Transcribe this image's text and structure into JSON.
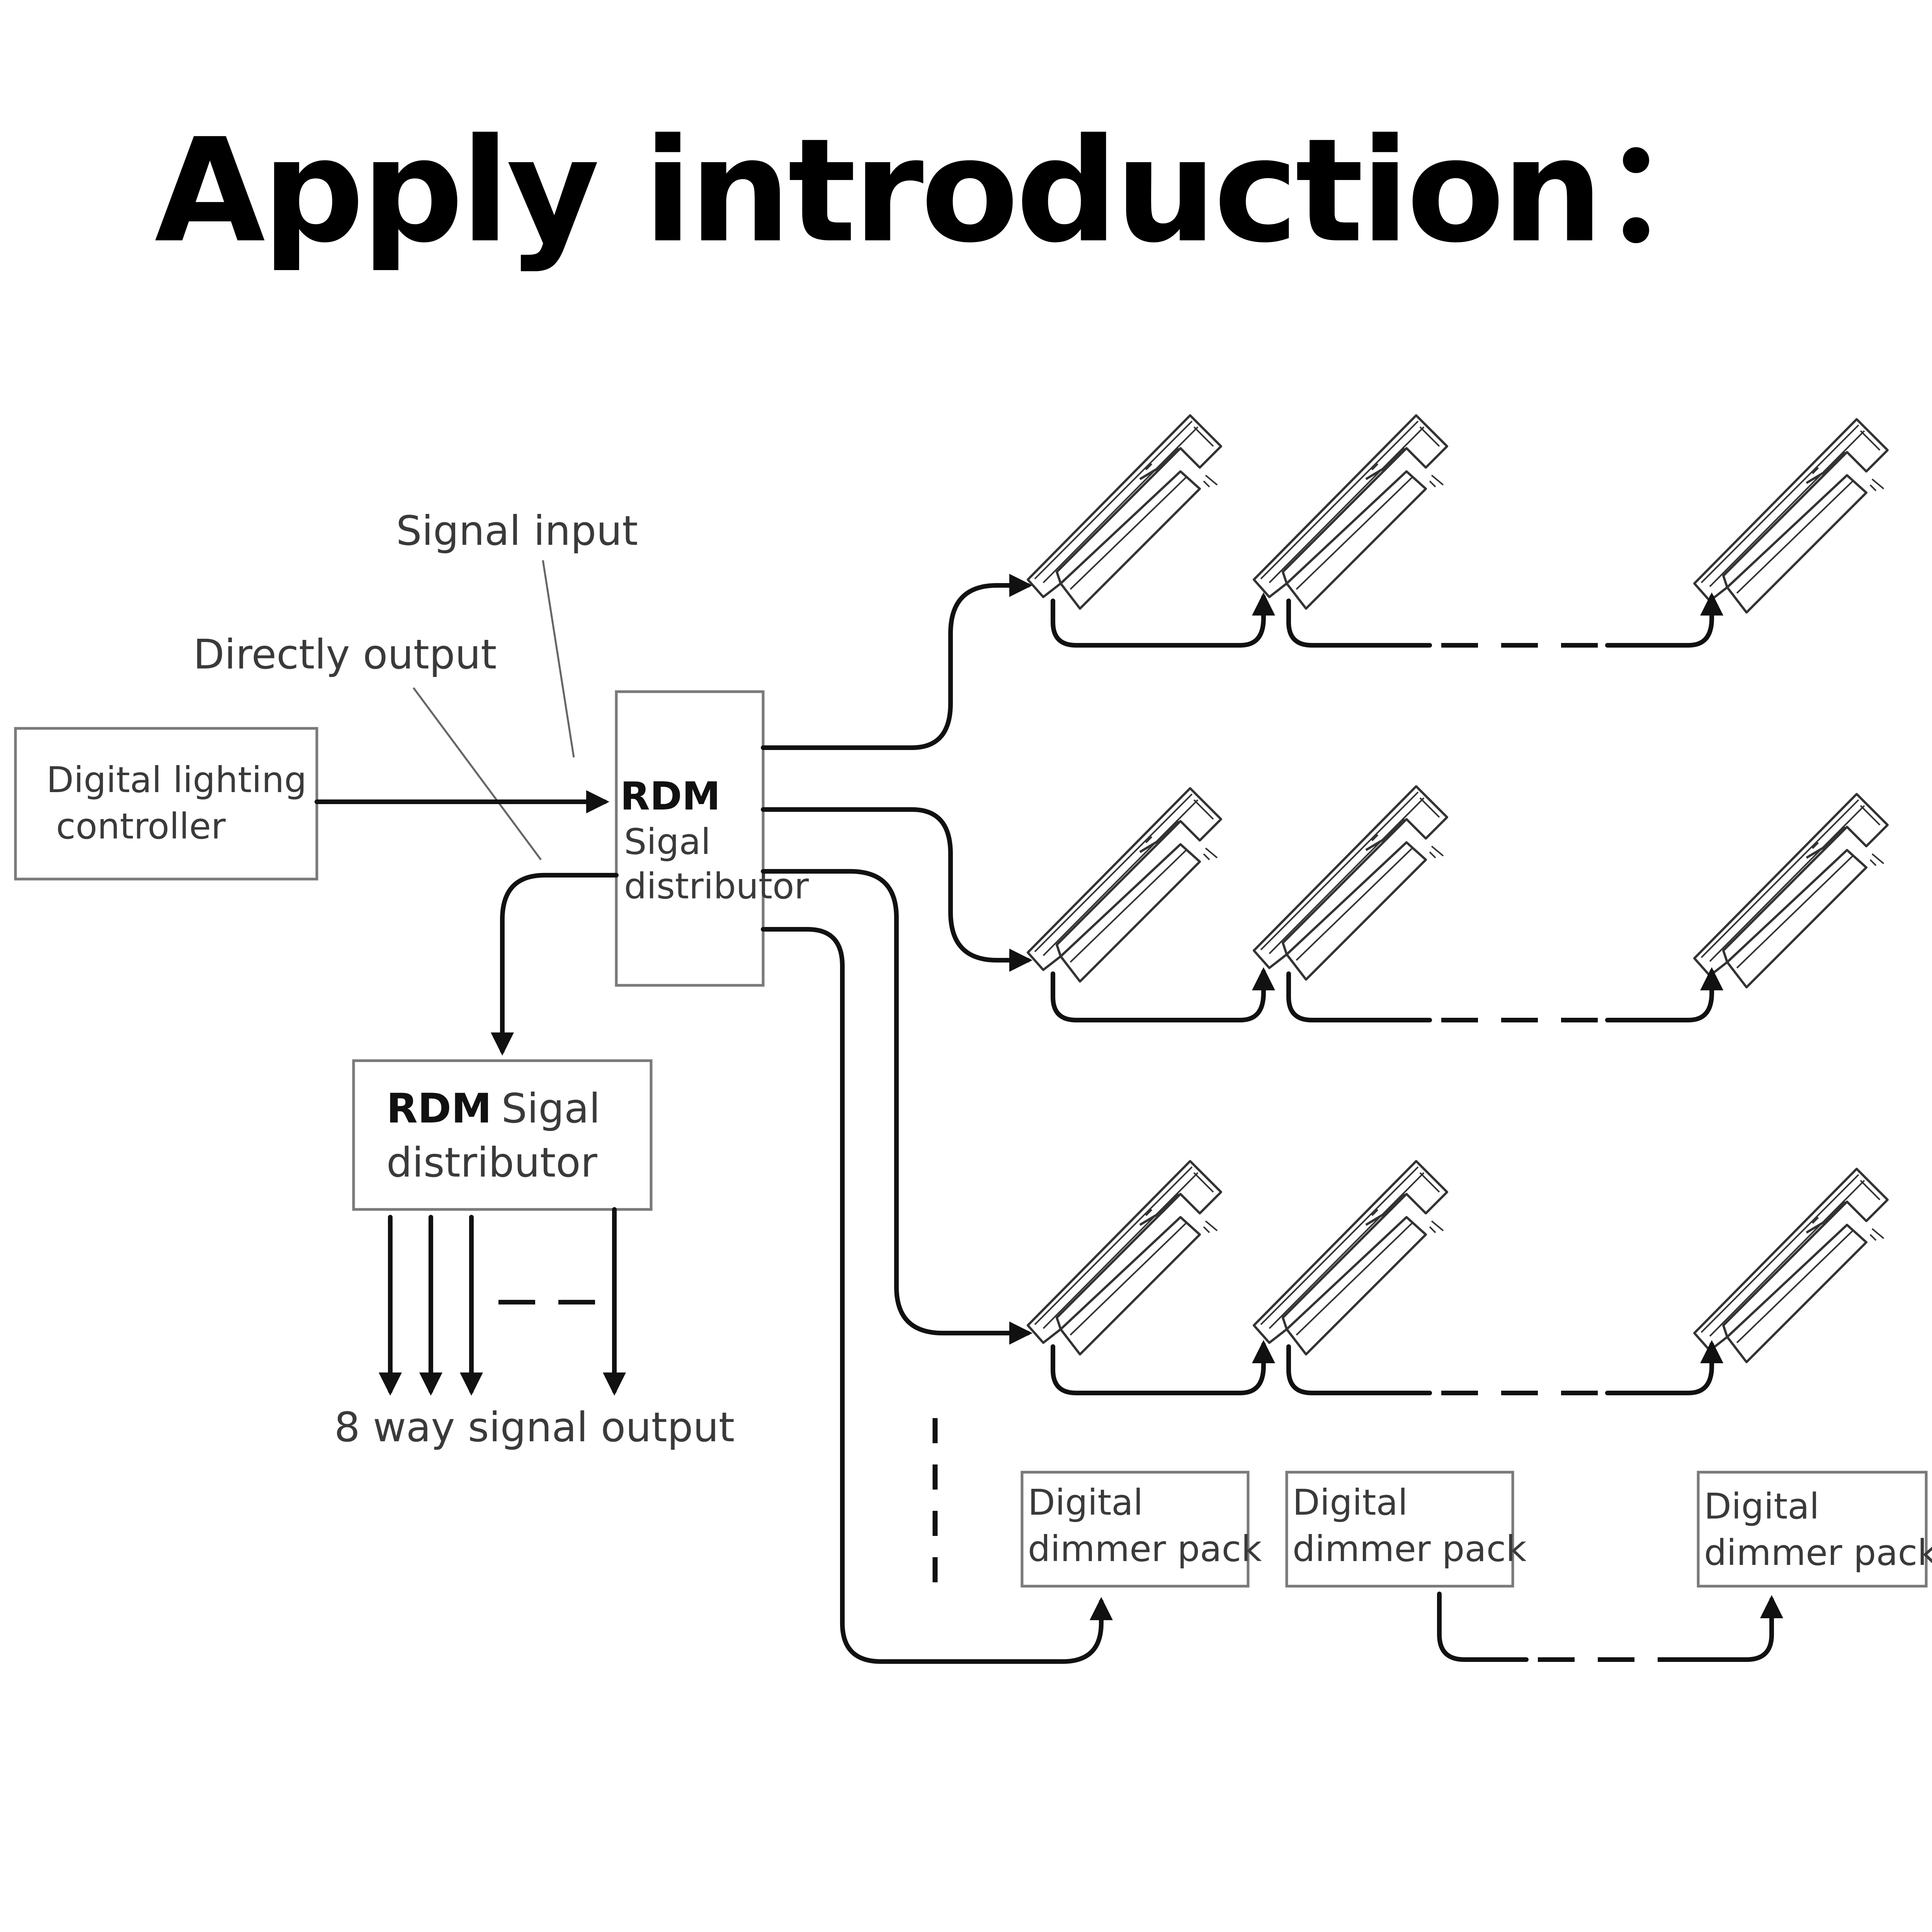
{
  "title": "Apply introduction：",
  "labels": {
    "signal_input": "Signal input",
    "directly_output": "Directly output",
    "controller_line1": "Digital lighting",
    "controller_line2": "controller",
    "main_rdm": "RDM",
    "main_line2": "Sigal",
    "main_line3": "distributor",
    "sub_line1_bold": "RDM",
    "sub_line1_rest": "Sigal",
    "sub_line2": "distributor",
    "eight_way": "8 way signal output",
    "dimmer_line1": "Digital",
    "dimmer_line2": "dimmer pack"
  },
  "icons": {
    "fixture": "led-wall-washer-icon",
    "arrow": "arrow-head-icon"
  }
}
